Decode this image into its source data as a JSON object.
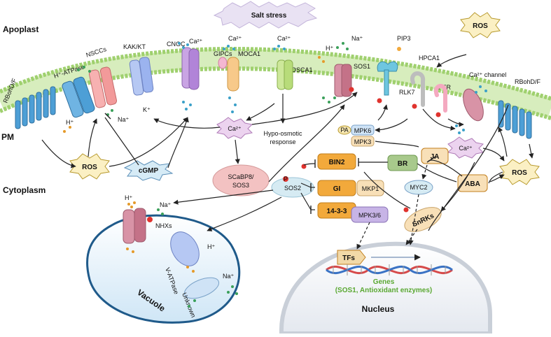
{
  "regions": {
    "apoplast": "Apoplast",
    "cytoplasm": "Cytoplasm",
    "pm": "PM",
    "vacuole": "Vacuole",
    "nucleus": "Nucleus"
  },
  "stress": "Salt stress",
  "proteins": {
    "rbohd_left": "RBohD/F",
    "rbohd_right": "RBohD/F",
    "h_atpase": "H⁺-ATPase",
    "nsccs": "NSCCs",
    "kak_kt": "KAK/KT",
    "cngc": "CNGC",
    "gipcs": "GIPCs",
    "moca1": "MOCA1",
    "osca1": "OSCA1",
    "sos1": "SOS1",
    "rlk7": "RLK7",
    "pip3": "PIP3",
    "hpca1": "HPCA1",
    "fer": "FER",
    "ca_channel": "Ca²⁺ channel",
    "nhxs": "NHXs",
    "v_atpase": "V-ATPase",
    "unknown": "Unknown"
  },
  "ions": {
    "ca": "Ca²⁺",
    "na": "Na⁺",
    "h": "H⁺",
    "k": "K⁺"
  },
  "signals": {
    "ros": "ROS",
    "cgmp": "cGMP",
    "hypo1": "Hypo-osmotic",
    "hypo2": "response",
    "scabp8_1": "SCaBP8/",
    "scabp8_2": "SOS3",
    "sos2": "SOS2",
    "bin2": "BIN2",
    "gi": "GI",
    "p1433": "14-3-3",
    "br": "BR",
    "mkp1": "MKP1",
    "mpk36": "MPK3/6",
    "mpk6": "MPK6",
    "mpk3": "MPK3",
    "pa": "PA",
    "ja": "JA",
    "myc2": "MYC2",
    "aba": "ABA",
    "snrks": "SnRKs",
    "tfs": "TFs",
    "p": "P"
  },
  "genes": {
    "title": "Genes",
    "subtitle": "(SOS1, Antioxidant enzymes)"
  },
  "colors": {
    "membrane": "#b7dc8f",
    "membrane_head": "#9fd06e",
    "ros_fill": "#fbf0c4",
    "genes_text": "#5aa832",
    "sos2_fill": "#d6ebf3",
    "scabp8_fill": "#f3c2c2",
    "orange_box": "#f2a93b",
    "purple_box": "#c7b4e6",
    "tan_box": "#f8e0b8"
  }
}
